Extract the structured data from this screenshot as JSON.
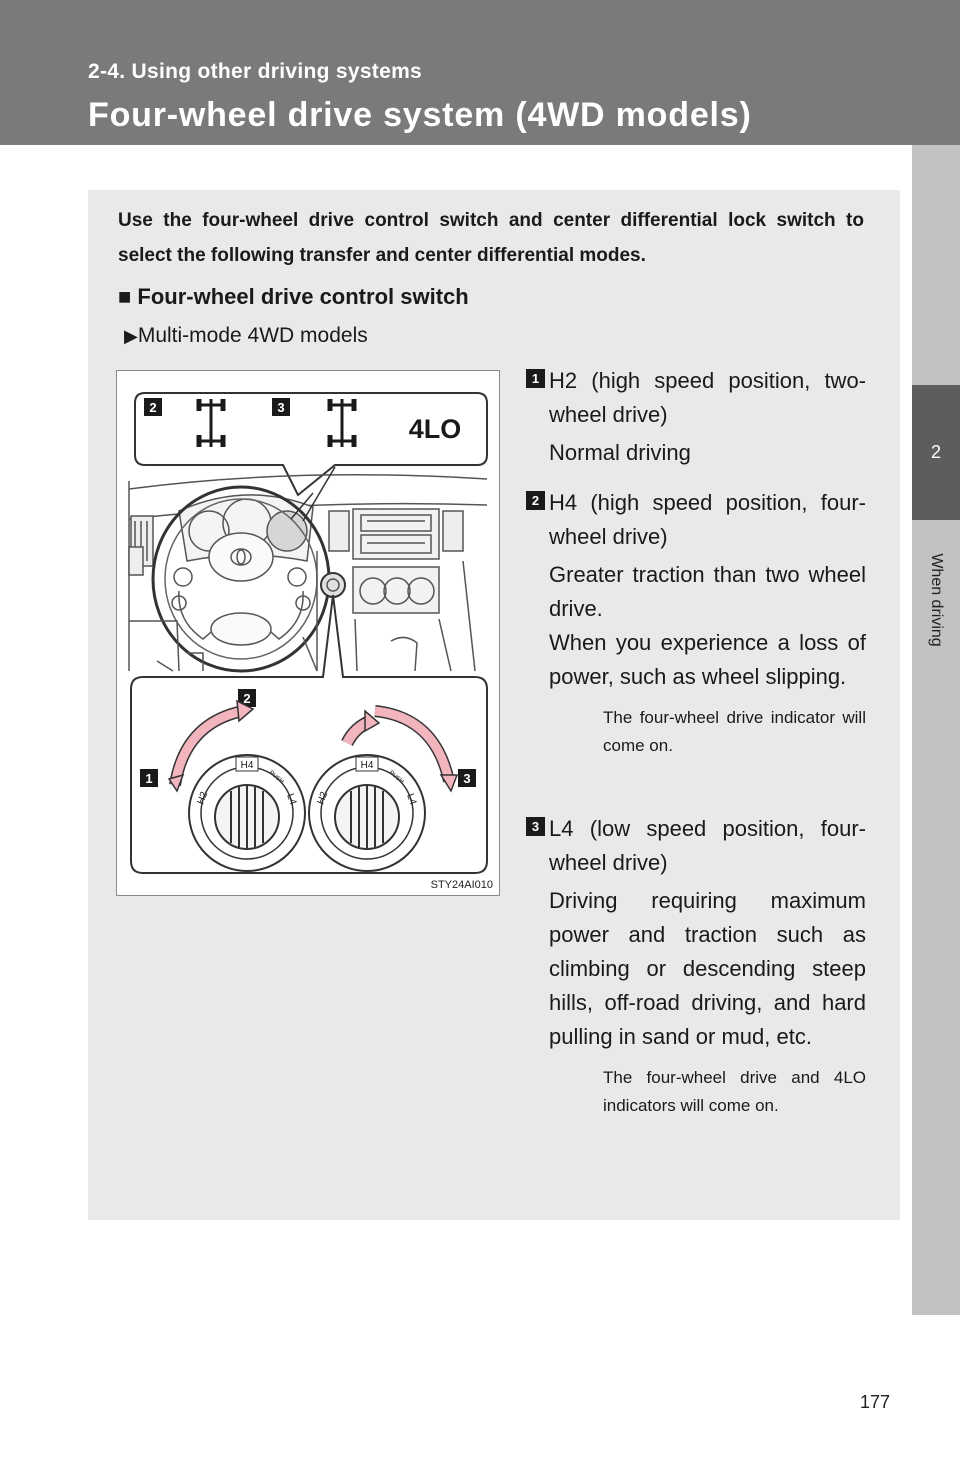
{
  "header": {
    "section": "2-4. Using other driving systems",
    "title": "Four-wheel drive system (4WD models)"
  },
  "side_tab": {
    "chapter_number": "2",
    "chapter_label": "When driving"
  },
  "intro": "Use the four-wheel drive control switch and center differential lock switch to select the following transfer and center differential modes.",
  "subheading": {
    "bullet": "■",
    "text": "Four-wheel drive control switch"
  },
  "model": {
    "arrow": "▶",
    "text": "Multi-mode 4WD models"
  },
  "figure": {
    "code": "STY24AI010",
    "indicator_4lo": "4LO",
    "callout_2": "2",
    "callout_3": "3",
    "knob_callout_1": "1",
    "knob_callout_2": "2",
    "knob_callout_3": "3",
    "knob_h4": "H4",
    "knob_h2": "H2",
    "knob_l4": "L4",
    "knob_push": "PUSH"
  },
  "modes": [
    {
      "badge": "1",
      "title": "H2 (high speed position, two-wheel drive)",
      "desc": "Normal driving",
      "note": ""
    },
    {
      "badge": "2",
      "title": "H4 (high speed position, four-wheel drive)",
      "desc": "Greater traction than two wheel drive.",
      "desc2": "When you experience a loss of power, such as wheel slipping.",
      "note": "The four-wheel drive indicator will come on."
    },
    {
      "badge": "3",
      "title": "L4 (low speed position, four-wheel drive)",
      "desc": "Driving requiring maximum power and traction such as climbing or descending steep hills, off-road driving, and hard pulling in sand or mud, etc.",
      "note": "The four-wheel drive and 4LO indicators will come on."
    }
  ],
  "page_number": "177"
}
